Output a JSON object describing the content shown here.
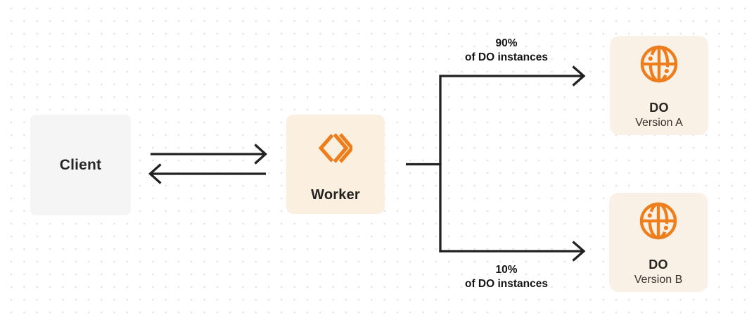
{
  "diagram": {
    "nodes": {
      "client": {
        "label": "Client"
      },
      "worker": {
        "label": "Worker"
      },
      "do_version_a": {
        "title": "DO",
        "subtitle": "Version A"
      },
      "do_version_b": {
        "title": "DO",
        "subtitle": "Version B"
      }
    },
    "edges": {
      "client_worker": {
        "description": "bidirectional request/response arrows"
      },
      "top_branch": {
        "percent": "90%",
        "caption": "of DO instances"
      },
      "bottom_branch": {
        "percent": "10%",
        "caption": "of DO instances"
      }
    },
    "icons": {
      "worker_icon": "cloudflare-workers-chevron-icon",
      "do_icon": "globe-icon"
    },
    "colors": {
      "accent_orange": "#ee7d1c",
      "worker_card_bg": "#fbf0e0",
      "do_card_bg": "#faf1e6",
      "client_card_bg": "#f5f5f6",
      "edge_line": "#212121",
      "dot_grid": "#e4e3e4"
    }
  }
}
